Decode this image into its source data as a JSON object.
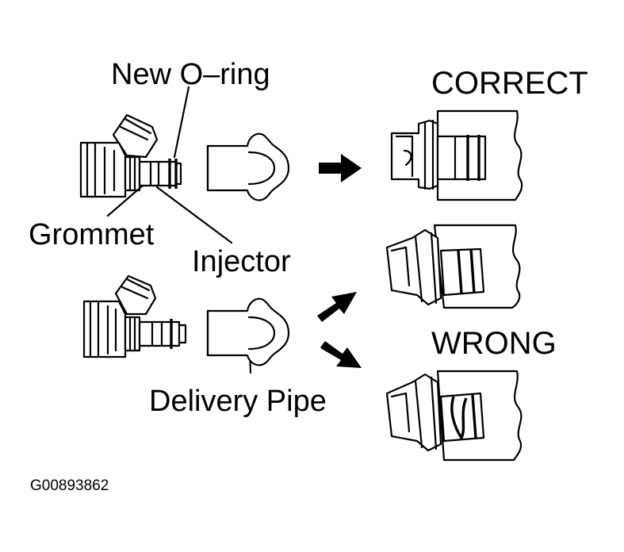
{
  "labels": {
    "new_oring": "New O–ring",
    "grommet": "Grommet",
    "injector": "Injector",
    "delivery_pipe": "Delivery Pipe"
  },
  "headings": {
    "correct": "CORRECT",
    "wrong": "WRONG"
  },
  "figure_id": "G00893862"
}
